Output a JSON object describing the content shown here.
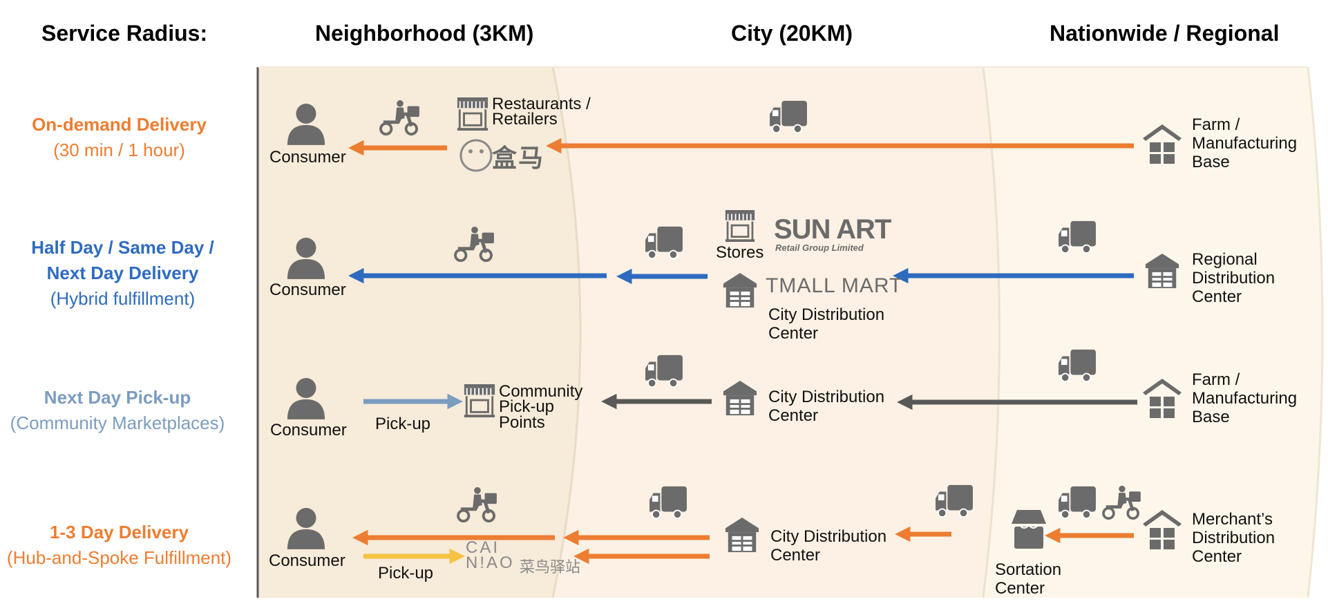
{
  "headers": {
    "service_radius": "Service Radius:",
    "neighborhood": "Neighborhood (3KM)",
    "city": "City (20KM)",
    "nationwide": "Nationwide / Regional"
  },
  "rows": [
    {
      "title": "On-demand Delivery",
      "subtitle": "(30 min / 1 hour)",
      "color": "#ed7d31"
    },
    {
      "title": "Half Day / Same Day /",
      "title2": "Next Day Delivery",
      "subtitle": "(Hybrid fulfillment)",
      "color": "#2e6bc0"
    },
    {
      "title": "Next Day Pick-up",
      "subtitle": "(Community Marketplaces)",
      "color": "#7c9cc0"
    },
    {
      "title": "1-3 Day Delivery",
      "subtitle": "(Hub-and-Spoke Fulfillment)",
      "color": "#ed7d31"
    }
  ],
  "labels": {
    "consumer": "Consumer",
    "restaurants": "Restaurants /",
    "retailers": "Retailers",
    "farm": "Farm /",
    "manufacturing": "Manufacturing",
    "base": "Base",
    "stores": "Stores",
    "regional": "Regional",
    "distribution": "Distribution",
    "center": "Center",
    "city_distribution": "City Distribution",
    "community": "Community",
    "pickup_word": "Pick-up",
    "points": "Points",
    "pickup": "Pick-up",
    "merchants": "Merchant’s",
    "sortation": "Sortation"
  },
  "logos": {
    "hema": "盒马",
    "sunart": "SUN ART",
    "sunart_sub": "Retail Group Limited",
    "tmall": "TMALL MART",
    "cainiao_1": "CAI",
    "cainiao_2": "N!AO",
    "cainiao_cn": "菜鸟驿站"
  },
  "colors": {
    "orange": "#ed7d31",
    "blue": "#2e6bc0",
    "dark_gray": "#595959",
    "light_blue": "#7c9cc0",
    "yellow": "#f6c242",
    "icon": "#6b6b6b"
  }
}
